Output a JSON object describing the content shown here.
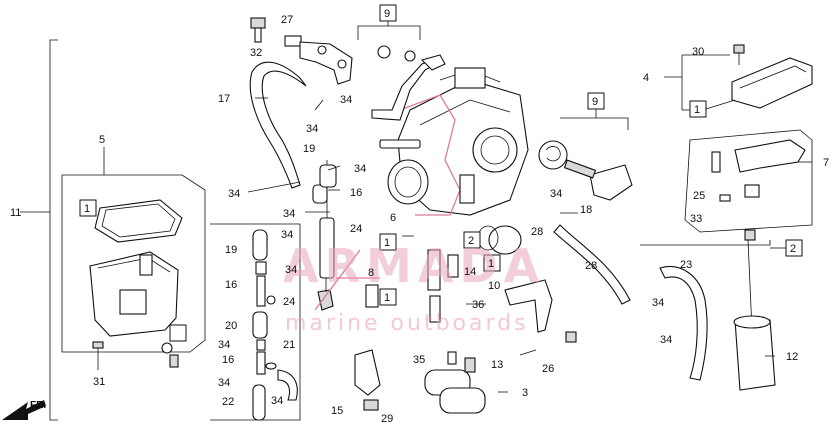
{
  "watermark": {
    "brand": "ARMADA",
    "tagline": "marine outboards"
  },
  "direction_label": "FR.",
  "callouts": {
    "c1a": "1",
    "c1b": "1",
    "c1c": "1",
    "c1d": "1",
    "c1e": "1",
    "c2a": "2",
    "c2b": "2",
    "c3": "3",
    "c4": "4",
    "c5": "5",
    "c6": "6",
    "c7": "7",
    "c8": "8",
    "c9a": "9",
    "c9b": "9",
    "c10": "10",
    "c11": "11",
    "c12": "12",
    "c13": "13",
    "c14": "14",
    "c15": "15",
    "c16a": "16",
    "c16b": "16",
    "c16c": "16",
    "c17": "17",
    "c18": "18",
    "c19a": "19",
    "c19b": "19",
    "c20": "20",
    "c21": "21",
    "c22": "22",
    "c23": "23",
    "c24a": "24",
    "c24b": "24",
    "c25": "25",
    "c26": "26",
    "c27": "27",
    "c28a": "28",
    "c28b": "28",
    "c29": "29",
    "c30": "30",
    "c31": "31",
    "c32": "32",
    "c33": "33",
    "c34a": "34",
    "c34b": "34",
    "c34c": "34",
    "c34d": "34",
    "c34e": "34",
    "c34f": "34",
    "c34g": "34",
    "c34h": "34",
    "c34i": "34",
    "c34j": "34",
    "c34k": "34",
    "c34l": "34",
    "c34m": "34",
    "c35": "35",
    "c36": "36"
  }
}
